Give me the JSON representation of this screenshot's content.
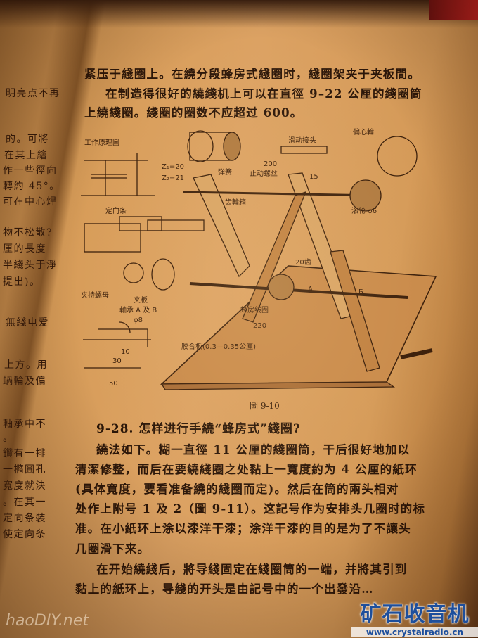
{
  "left_page": {
    "lines": [
      "明亮点不再",
      "的。可將",
      "在其上繪",
      "作一些徑向",
      "轉約 45°。",
      "可在中心焊",
      "物不松散?",
      "厘的長度",
      "半綫头于淨",
      "提出)。",
      "無綫电爱",
      "上方。用",
      "蝸輪及偏",
      "軸承中不",
      "。",
      "鑽有一排",
      "一橢圓孔",
      "寬度就決",
      "。在其一",
      "定向条裝",
      "使定向条"
    ]
  },
  "right_page": {
    "intro_lines": [
      "紧压于綫圈上。在繞分段蜂房式綫圈时，綫圈架夹于夹板間。",
      "在制造得很好的繞綫机上可以在直徑 9–22 公厘的綫圈筒",
      "上繞綫圈。綫圈的圈数不应超过 600。"
    ],
    "figure": {
      "caption": "圖 9-10",
      "labels": [
        "工作原理圖",
        "偏心輪",
        "滑动接头",
        "200",
        "弹簧",
        "止动螺丝",
        "15",
        "齿輪箱",
        "滚轮 φ6",
        "定向条",
        "夹持螺母",
        "夹板",
        "軸承 A 及 B",
        "φ8",
        "蜂房线圈",
        "220",
        "20齿",
        "胶合板(0.3—0.35公厘)",
        "Z₁=20",
        "Z₂=21",
        "30",
        "50",
        "10",
        "A",
        "Б"
      ]
    },
    "section_heading": "9-28.  怎样进行手繞“蜂房式”綫圈?",
    "body_lines": [
      "繞法如下。糊一直徑 11 公厘的綫圈筒，干后很好地加以",
      "清潔修整，而后在要繞綫圈之处黏上一寬度約为 4 公厘的紙环",
      "(具体寬度，要看准备繞的綫圈而定)。然后在筒的兩头相对",
      "处作上附号 1 及 2（圖 9-11）。这記号作为安排头几圈时的标",
      "准。在小紙环上涂以漆洋干漆；涂洋干漆的目的是为了不讓头",
      "几圈滑下来。",
      "在开始繞綫后，將导綫固定在綫圈筒的一端，并將其引到",
      "黏上的紙环上，导綫的开头是由記号中的一个出發沿…"
    ]
  },
  "watermarks": {
    "left": "haoDIY.net",
    "right_title": "矿石收音机",
    "right_url": "www.crystalradio.cn"
  },
  "colors": {
    "paper": "#dca263",
    "ink": "#2b1609",
    "watermark_blue": "#1e4f9c"
  }
}
